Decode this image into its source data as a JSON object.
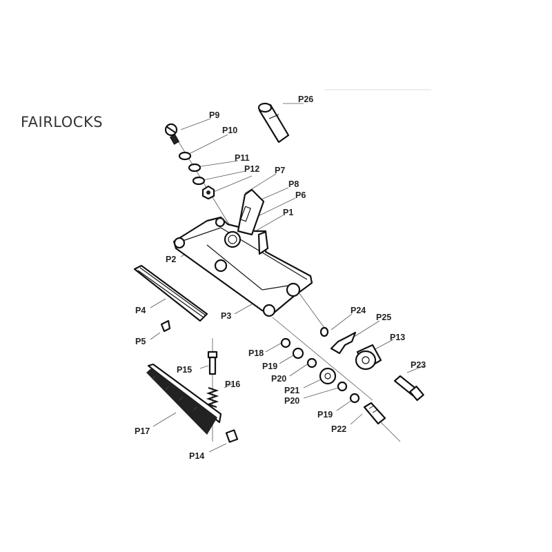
{
  "brand": "FAIRLOCKS",
  "labels": {
    "p26": "P26",
    "p9": "P9",
    "p10": "P10",
    "p11": "P11",
    "p12": "P12",
    "p7": "P7",
    "p8": "P8",
    "p6": "P6",
    "p1": "P1",
    "p2": "P2",
    "p4": "P4",
    "p3": "P3",
    "p5": "P5",
    "p24": "P24",
    "p25": "P25",
    "p13": "P13",
    "p18": "P18",
    "p19a": "P19",
    "p23": "P23",
    "p15": "P15",
    "p20a": "P20",
    "p16": "P16",
    "p21": "P21",
    "p20b": "P20",
    "p19b": "P19",
    "p22": "P22",
    "p17": "P17",
    "p14": "P14"
  }
}
